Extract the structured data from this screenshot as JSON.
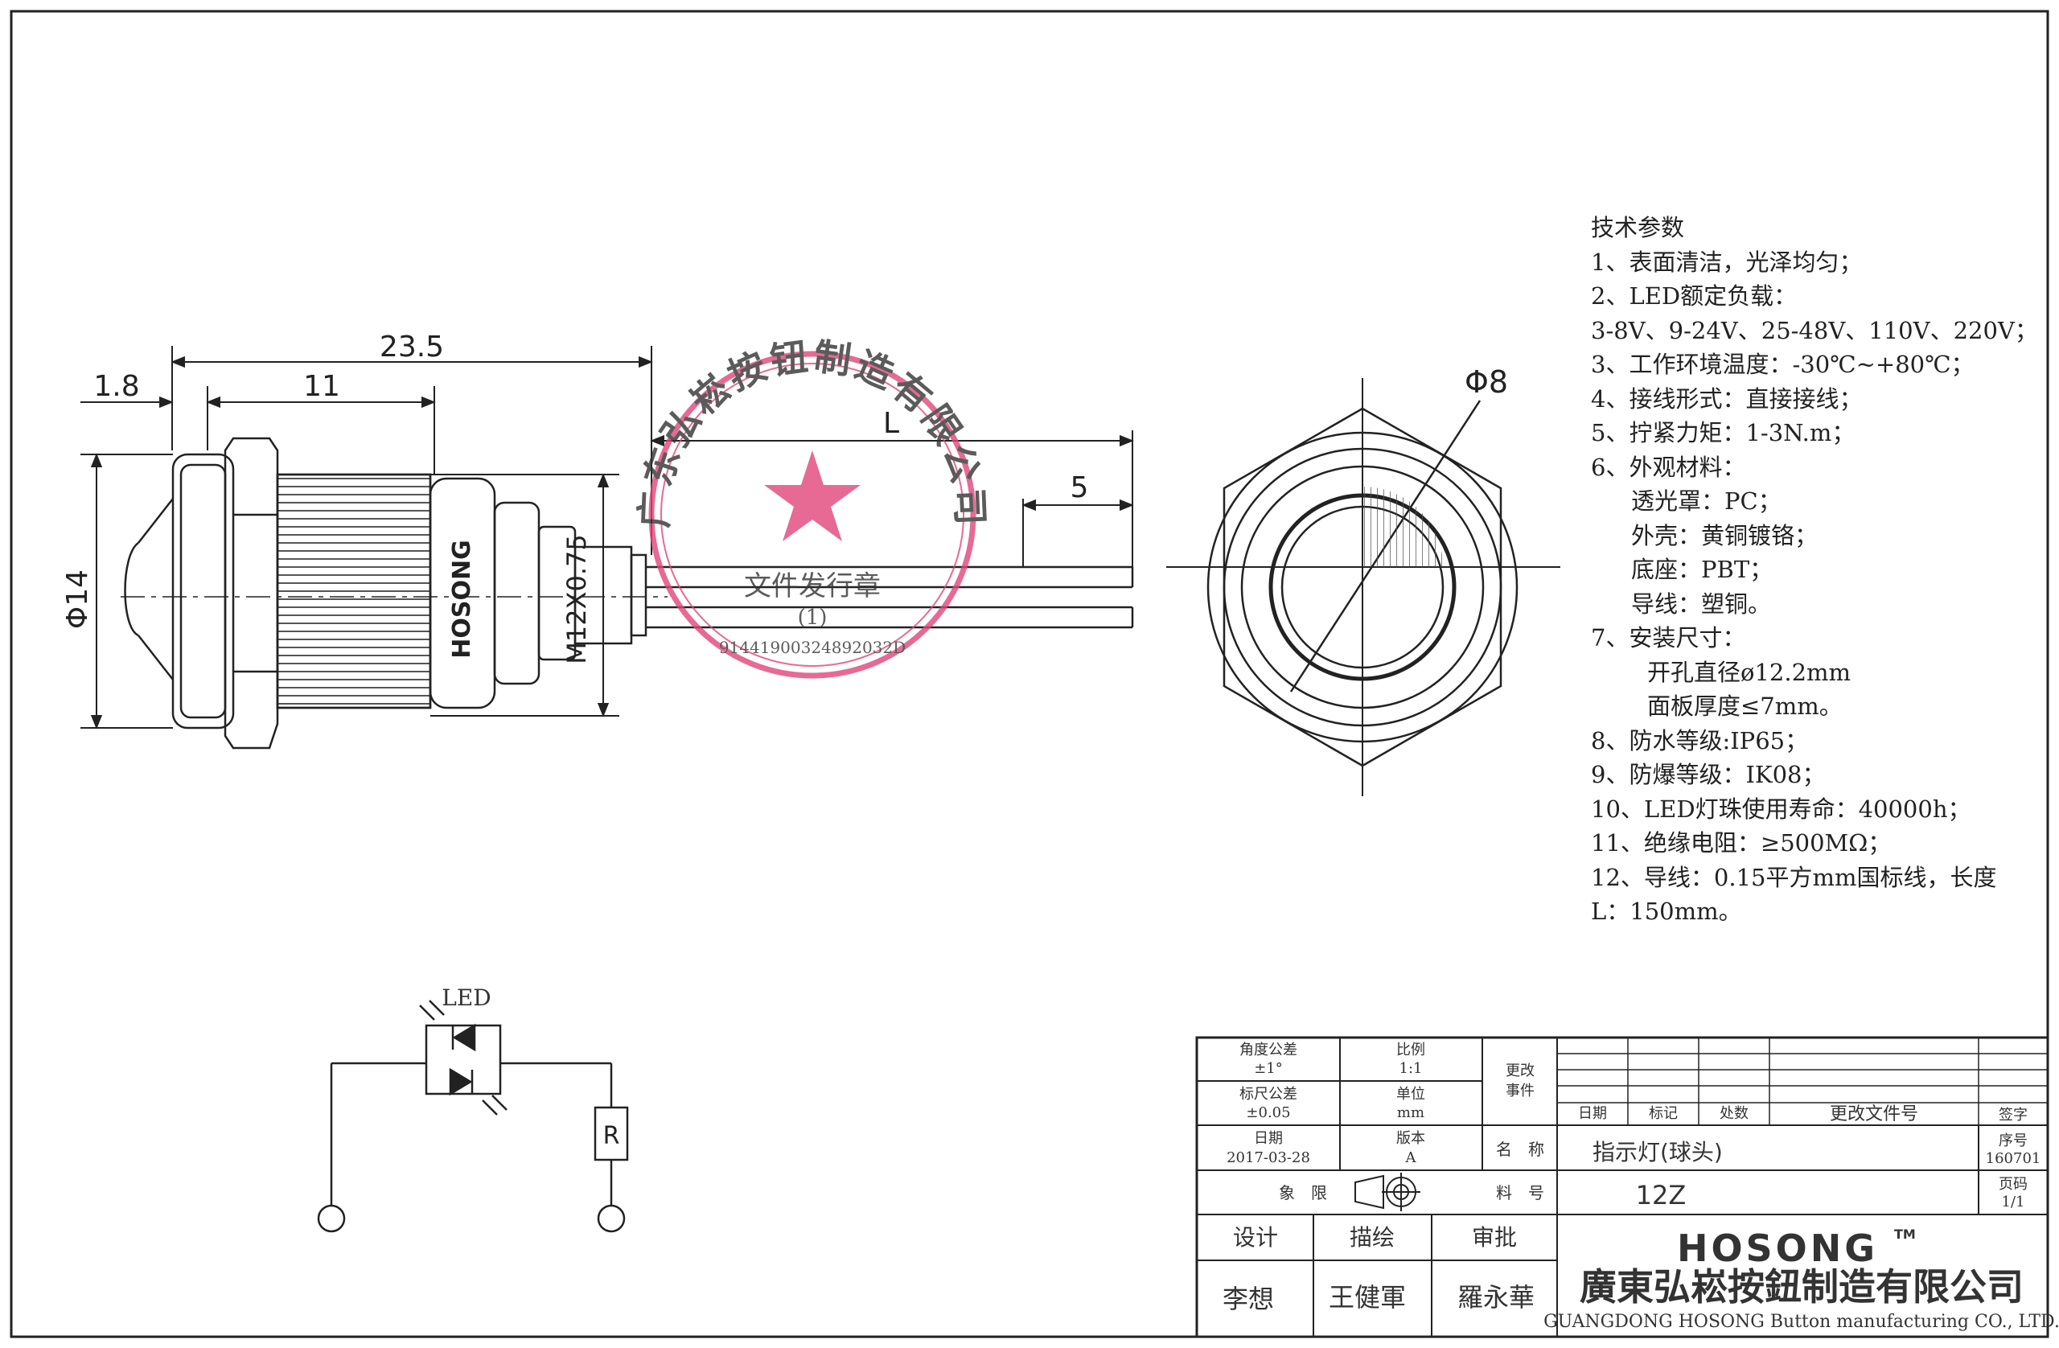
{
  "dimensions": {
    "d_1_8": "1.8",
    "d_23_5": "23.5",
    "d_11": "11",
    "d_L": "L",
    "d_5": "5",
    "d_phi14": "Φ14",
    "d_thread": "M12X0.75",
    "d_phi8": "Φ8"
  },
  "brand_on_body": "HOSONG",
  "stamp": {
    "outer_text": "广东弘崧按钮制造有限公司",
    "inner_text": "文件发行章",
    "number": "(1)",
    "code": "91441900324892032D"
  },
  "schematic": {
    "led_label": "LED",
    "resistor_label": "R"
  },
  "specs": {
    "title": "技术参数",
    "lines": [
      "1、表面清洁，光泽均匀；",
      "2、LED额定负载：",
      "3-8V、9-24V、25-48V、110V、220V；",
      "3、工作环境温度：-30℃~+80℃；",
      "4、接线形式：直接接线；",
      "5、拧紧力矩：1-3N.m；",
      "6、外观材料：",
      "透光罩：PC；",
      "外壳：黄铜镀铬；",
      "底座：PBT；",
      "导线：塑铜。",
      "7、安装尺寸：",
      "开孔直径ø12.2mm",
      "面板厚度≤7mm。",
      "8、防水等级:IP65；",
      "9、防爆等级：IK08；",
      "10、LED灯珠使用寿命：40000h；",
      "11、绝缘电阻：≥500MΩ；",
      "12、导线：0.15平方mm国标线，长度",
      "L：150mm。"
    ]
  },
  "title_block": {
    "angle_tol_label": "角度公差",
    "angle_tol_value": "±1°",
    "scale_label": "比例",
    "scale_value": "1:1",
    "dim_tol_label": "标尺公差",
    "dim_tol_value": "±0.05",
    "unit_label": "单位",
    "unit_value": "mm",
    "change_label_1": "更改",
    "change_label_2": "事件",
    "date_label": "日期",
    "date_value": "2017-03-28",
    "version_label": "版本",
    "version_value": "A",
    "quadrant_label": "象　限",
    "rev_date_label": "日期",
    "rev_mark_label": "标记",
    "rev_count_label": "处数",
    "rev_doc_label": "更改文件号",
    "rev_sign_label": "签字",
    "name_label": "名　称",
    "name_value": "指示灯(球头)",
    "part_label": "料　号",
    "part_value": "12Z",
    "serial_label": "序号",
    "serial_value": "160701",
    "page_label": "页码",
    "page_value": "1/1",
    "design_label": "设计",
    "draw_label": "描绘",
    "approve_label": "审批",
    "designer": "李想",
    "drafter": "王健軍",
    "approver": "羅永華",
    "logo": "HOSONG",
    "logo_tm": "TM",
    "company_cn": "廣東弘崧按鈕制造有限公司",
    "company_en": "GUANGDONG HOSONG Button manufacturing CO., LTD."
  },
  "colors": {
    "line": "#222222",
    "stamp": "#e0457a",
    "logo": "#e8501a"
  }
}
